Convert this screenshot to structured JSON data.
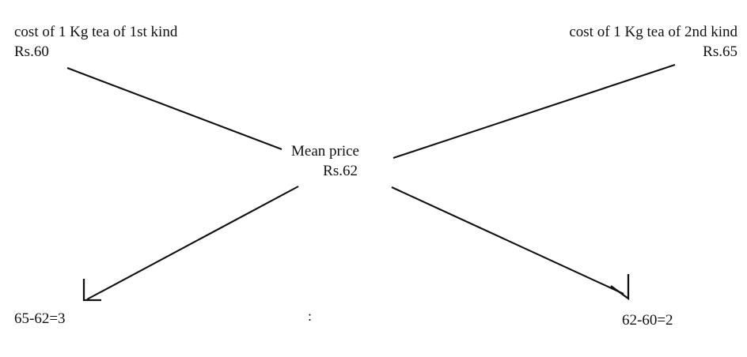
{
  "diagram": {
    "type": "alligation-cross",
    "title_present": false,
    "background_color": "#ffffff",
    "stroke_color": "#111111",
    "nodes": {
      "top_left": {
        "line1": "cost of 1 Kg tea of 1st kind",
        "line2": "Rs.60",
        "value": 60
      },
      "top_right": {
        "line1": "cost of 1 Kg tea of 2nd kind",
        "line2": "Rs.65",
        "value": 65
      },
      "center": {
        "line1": "Mean price",
        "line2": "Rs.62",
        "value": 62
      },
      "bottom_left": {
        "label": "65-62=3",
        "value": 3
      },
      "bottom_right": {
        "label": "62-60=2",
        "value": 2
      },
      "ratio_separator": ":"
    },
    "connectors": [
      {
        "name": "first-kind-to-mean",
        "from": "top_left",
        "to": "center",
        "arrow": false
      },
      {
        "name": "second-kind-to-mean",
        "from": "top_right",
        "to": "center",
        "arrow": false
      },
      {
        "name": "mean-to-left-diff",
        "from": "center",
        "to": "bottom_left",
        "arrow": true
      },
      {
        "name": "mean-to-right-diff",
        "from": "center",
        "to": "bottom_right",
        "arrow": true
      }
    ]
  }
}
